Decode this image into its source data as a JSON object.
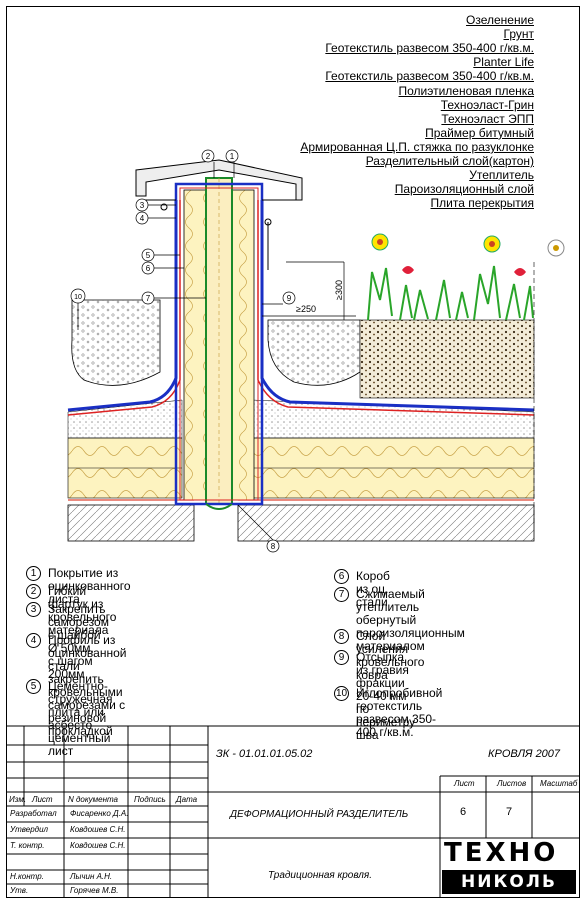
{
  "layers": [
    "Озеленение",
    "Грунт",
    "Геотекстиль развесом 350-400 г/кв.м.",
    "Planter Life",
    "Геотекстиль развесом 350-400 г/кв.м.",
    "Полиэтиленовая пленка",
    "Техноэласт-Грин",
    "Техноэласт ЭПП",
    "Праймер битумный",
    "Армированная Ц.П. стяжка по разуклонке",
    "Разделительный слой(картон)",
    "Утеплитель",
    "Пароизоляционный слой",
    "Плита перекрытия"
  ],
  "callouts": [
    "1",
    "2",
    "3",
    "4",
    "5",
    "6",
    "7",
    "8",
    "9",
    "10"
  ],
  "dims": {
    "d300": "≥300",
    "d250": "≥250"
  },
  "legend_left": [
    {
      "n": "1",
      "t": "Покрытие из оцинкованного листа"
    },
    {
      "n": "2",
      "t": "Гибкий фартук из кровельного материала"
    },
    {
      "n": "3",
      "t": "Закрепить саморезом с шайбой Ø 50мм,\nс шагом 200мм"
    },
    {
      "n": "4",
      "t": "Профиль из оцинкованной стали\nзакрепить кровельными саморезами с\nрезиновой прокладкой"
    },
    {
      "n": "5",
      "t": "Цементно-стружечная плита или\nасбесто-цементный лист"
    }
  ],
  "legend_right": [
    {
      "n": "6",
      "t": "Короб из оц. стали"
    },
    {
      "n": "7",
      "t": "Сжимаемый утеплитель\nобернутый пароизоляционным\nматериалом"
    },
    {
      "n": "8",
      "t": "Слой усиления кровельного ковра"
    },
    {
      "n": "9",
      "t": "Отсыпка из гравия фракции\n20-40 мм по периметру шва"
    },
    {
      "n": "10",
      "t": "Иглопробивной геотекстиль\nразвесом 350-400 г/кв.м."
    }
  ],
  "title_block": {
    "code": "ЗК - 01.01.01.05.02",
    "series": "КРОВЛЯ 2007",
    "headers": [
      "Изм.",
      "Лист",
      "N документа",
      "Подпись",
      "Дата"
    ],
    "roles": [
      {
        "role": "Разработал",
        "name": "Фисаренко Д.А."
      },
      {
        "role": "Утвердил",
        "name": "Ковдошев С.Н."
      },
      {
        "role": "Т. контр.",
        "name": "Ковдошев С.Н."
      },
      {
        "role": "Н.контр.",
        "name": "Лычин А.Н."
      },
      {
        "role": "Утв.",
        "name": "Горячев М.В."
      }
    ],
    "title": "ДЕФОРМАЦИОННЫЙ РАЗДЕЛИТЕЛЬ",
    "subtitle": "Традиционная кровля.",
    "sheet_label": "Лист",
    "sheets_label": "Листов",
    "scale_label": "Масштаб",
    "sheet": "6",
    "sheets": "7",
    "logo_top": "ТЕХНО",
    "logo_bottom": "НИКОЛЬ"
  }
}
